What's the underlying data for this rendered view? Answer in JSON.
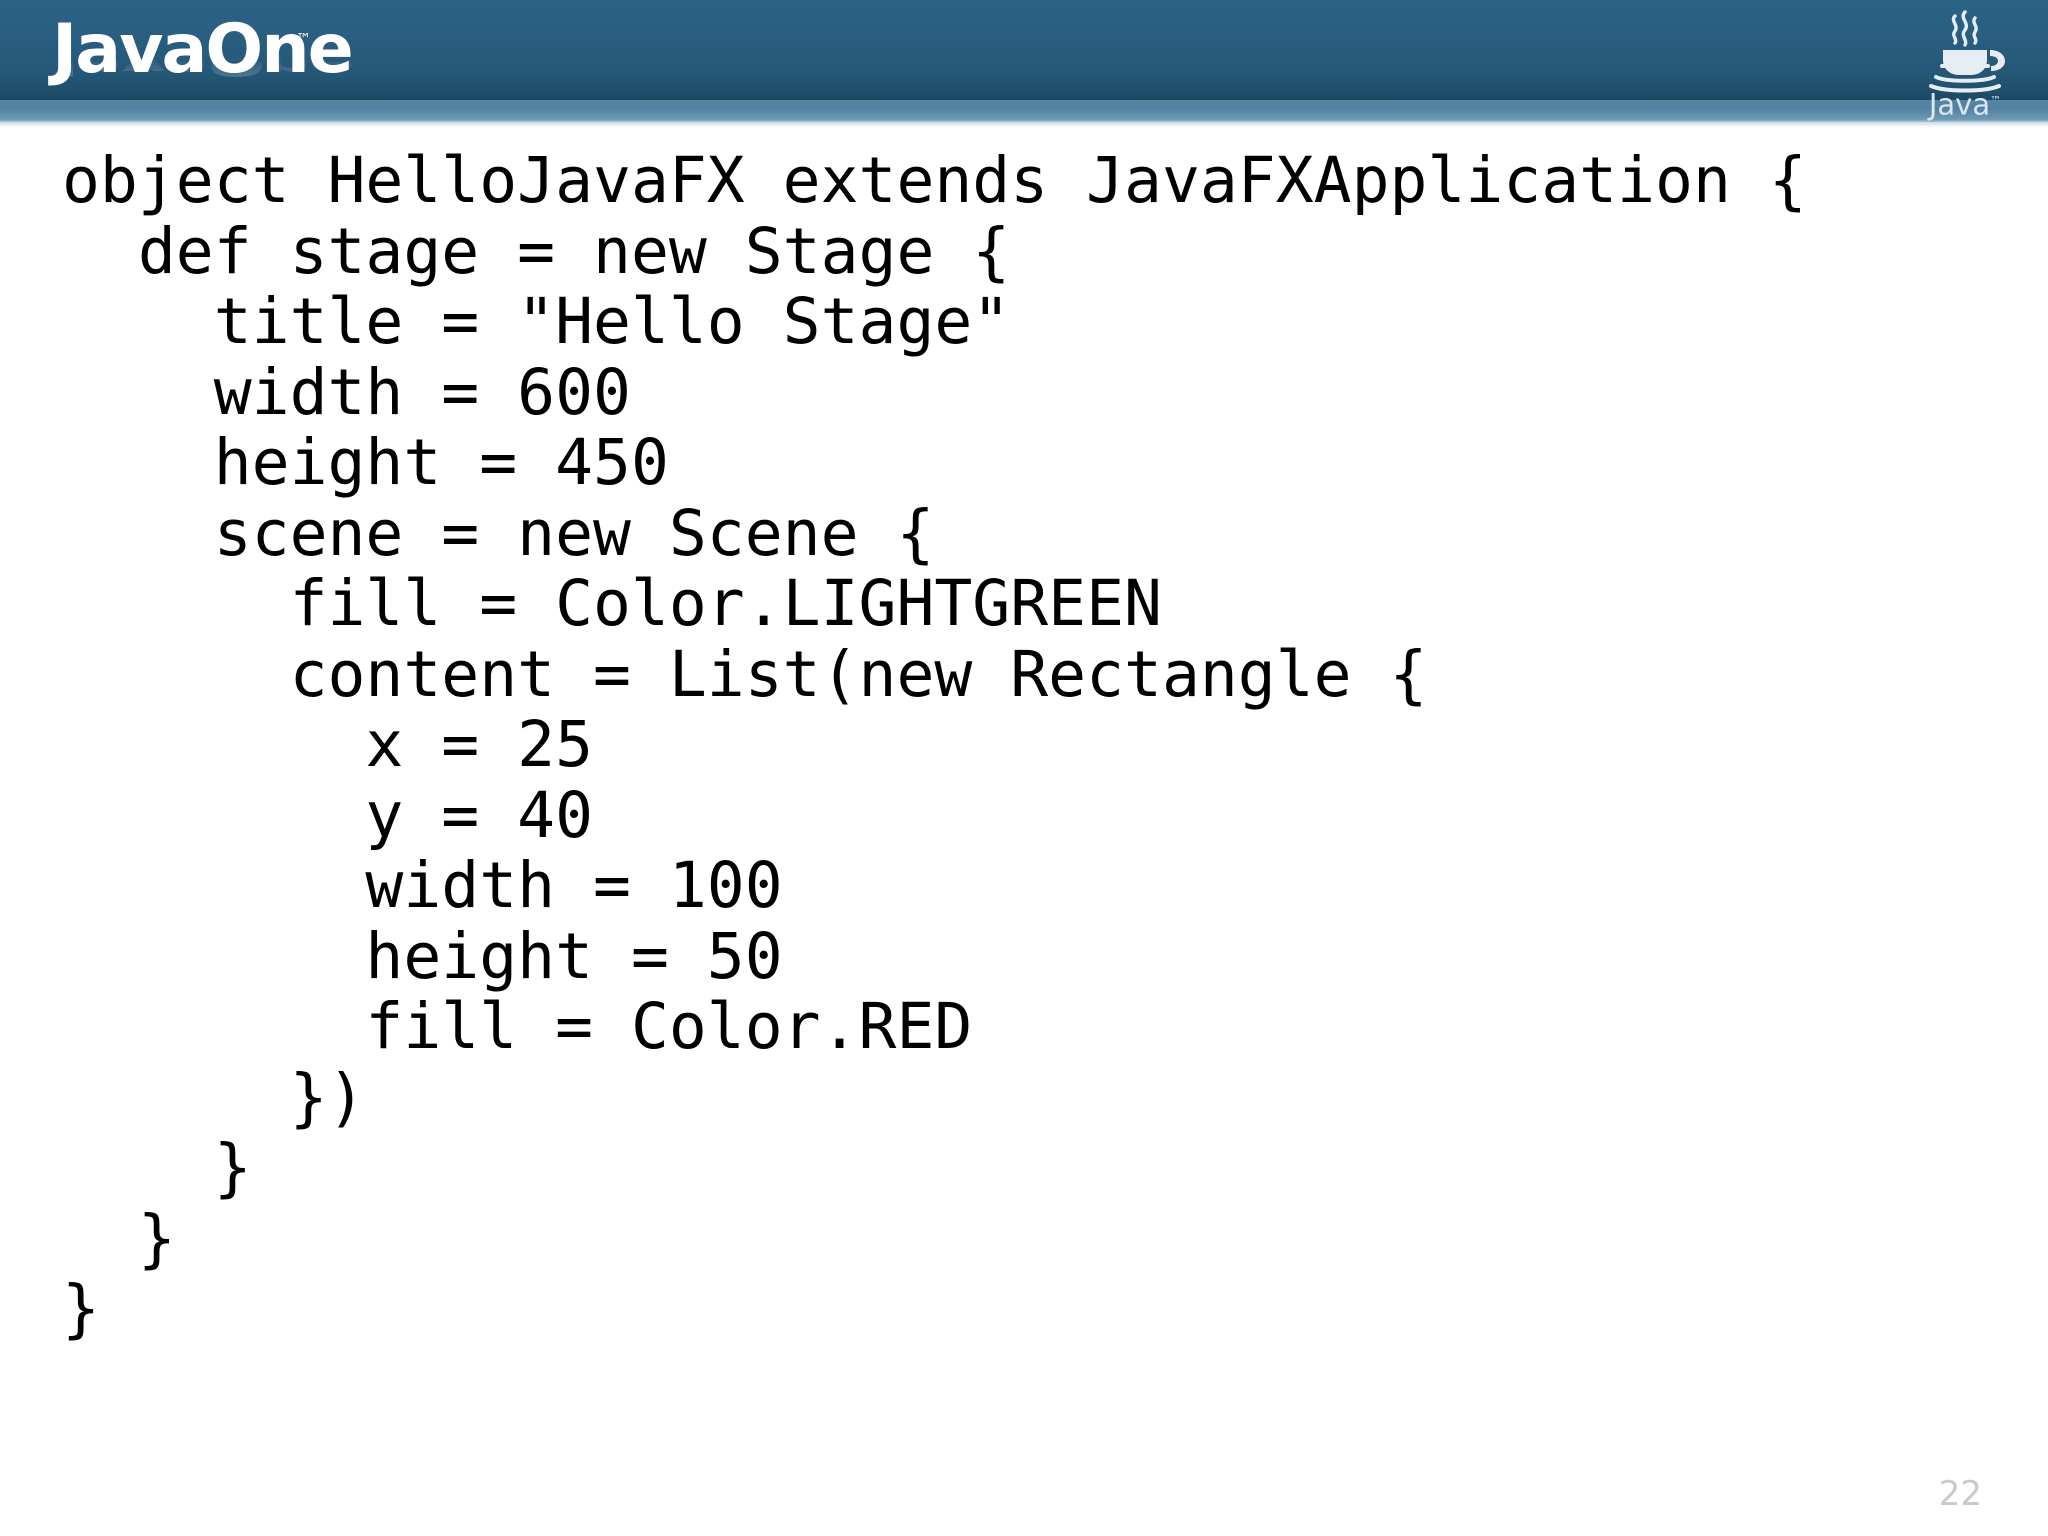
{
  "header": {
    "brand_logo_text": "JavaOne",
    "brand_trademark": "™",
    "java_logo_word": "Java",
    "java_logo_trademark": "™",
    "java_logo_icon_name": "java-coffee-cup-icon",
    "band_top_color": "#2a5f83",
    "band_bottom_color": "#5585a4"
  },
  "slide": {
    "page_number": "22",
    "background_color": "#ffffff",
    "code_color": "#000000",
    "code_lines": [
      "object HelloJavaFX extends JavaFXApplication {",
      "  def stage = new Stage {",
      "    title = \"Hello Stage\"",
      "    width = 600",
      "    height = 450",
      "    scene = new Scene {",
      "      fill = Color.LIGHTGREEN",
      "      content = List(new Rectangle {",
      "        x = 25",
      "        y = 40",
      "        width = 100",
      "        height = 50",
      "        fill = Color.RED",
      "      })",
      "    }",
      "  }",
      "}"
    ]
  }
}
